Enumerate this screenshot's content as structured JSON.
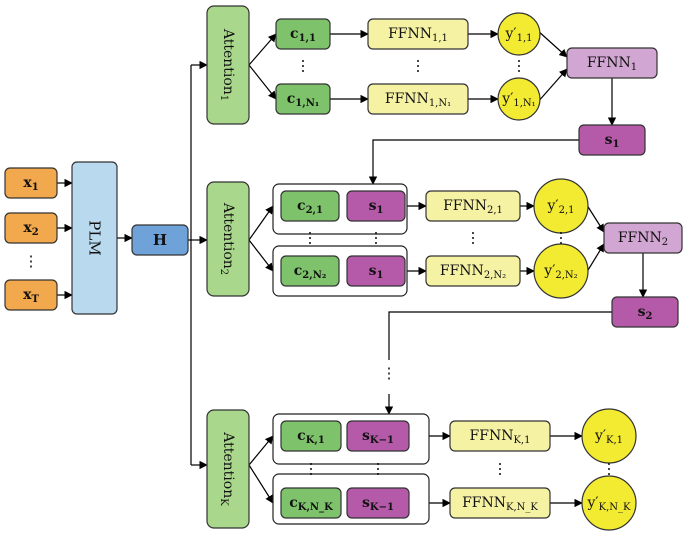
{
  "colors": {
    "input": "#f2a84c",
    "plm": "#b9d9ef",
    "hidden": "#6fa2d8",
    "attention": "#a9d88c",
    "context": "#7ec36b",
    "state": "#b55aa8",
    "ffnn": "#f6f2a3",
    "output": "#f3ea32",
    "ffnn_merge": "#d2a6d2"
  },
  "inputs": [
    {
      "base": "x",
      "sub": "1"
    },
    {
      "base": "x",
      "sub": "2"
    },
    {
      "base": "x",
      "sub": "T"
    }
  ],
  "ellipsis": "⋮",
  "plm_label": "PLM",
  "hidden_label": "H",
  "levels": [
    {
      "attention": {
        "base": "Attention",
        "sub": "1"
      },
      "rows": [
        {
          "context": {
            "base": "c",
            "sub": "1,1"
          },
          "state": null,
          "ffnn": {
            "base": "FFNN",
            "sub": "1,1"
          },
          "output": {
            "base": "y′",
            "sub": "1,1"
          }
        },
        {
          "context": {
            "base": "c",
            "sub": "1,N₁"
          },
          "state": null,
          "ffnn": {
            "base": "FFNN",
            "sub": "1,N₁"
          },
          "output": {
            "base": "y′",
            "sub": "1,N₁"
          }
        }
      ],
      "merge": {
        "base": "FFNN",
        "sub": "1"
      },
      "s_out": {
        "base": "s",
        "sub": "1"
      }
    },
    {
      "attention": {
        "base": "Attention",
        "sub": "2"
      },
      "rows": [
        {
          "context": {
            "base": "c",
            "sub": "2,1"
          },
          "state": {
            "base": "s",
            "sub": "1"
          },
          "ffnn": {
            "base": "FFNN",
            "sub": "2,1"
          },
          "output": {
            "base": "y′",
            "sub": "2,1"
          }
        },
        {
          "context": {
            "base": "c",
            "sub": "2,N₂"
          },
          "state": {
            "base": "s",
            "sub": "1"
          },
          "ffnn": {
            "base": "FFNN",
            "sub": "2,N₂"
          },
          "output": {
            "base": "y′",
            "sub": "2,N₂"
          }
        }
      ],
      "merge": {
        "base": "FFNN",
        "sub": "2"
      },
      "s_out": {
        "base": "s",
        "sub": "2"
      }
    },
    {
      "attention": {
        "base": "Attention",
        "sub": "K"
      },
      "rows": [
        {
          "context": {
            "base": "c",
            "sub": "K,1"
          },
          "state": {
            "base": "s",
            "sub": "K−1"
          },
          "ffnn": {
            "base": "FFNN",
            "sub": "K,1"
          },
          "output": {
            "base": "y′",
            "sub": "K,1"
          }
        },
        {
          "context": {
            "base": "c",
            "sub": "K,N_K"
          },
          "state": {
            "base": "s",
            "sub": "K−1"
          },
          "ffnn": {
            "base": "FFNN",
            "sub": "K,N_K"
          },
          "output": {
            "base": "y′",
            "sub": "K,N_K"
          }
        }
      ],
      "merge": null,
      "s_out": null
    }
  ]
}
